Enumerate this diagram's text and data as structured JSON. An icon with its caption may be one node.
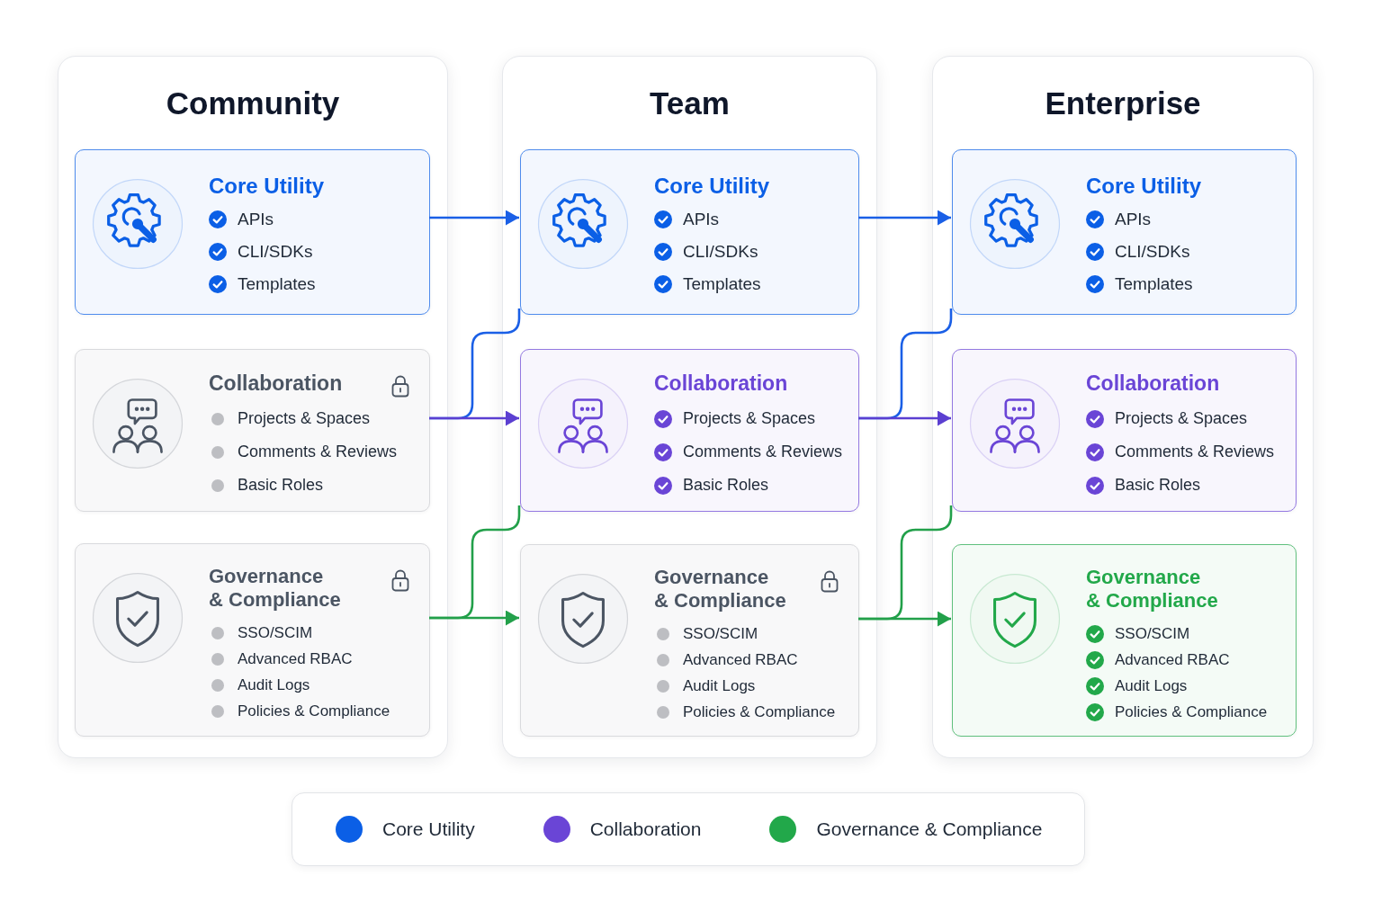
{
  "diagram": {
    "nodes": [
      {
        "text": [
          "Community"
        ]
      },
      {
        "text": [
          "Core Utility",
          "APIs",
          "CLI/SDKs",
          "Templates"
        ],
        "in": 0
      },
      {
        "text": [
          "Collaboration",
          "Projects & Spaces",
          "Comments & Reviews",
          "Basic Roles"
        ],
        "in": 0
      },
      {
        "text": [
          "Governance & Compliance",
          "SSO/SCIM",
          "Advanced RBAC",
          "Audit Logs",
          "Policies & Compliance"
        ],
        "in": 0
      },
      {
        "text": [
          "Team"
        ]
      },
      {
        "text": [
          "Core Utility",
          "APIs",
          "CLI/SDKs",
          "Templates"
        ],
        "in": 4
      },
      {
        "text": [
          "Collaboration",
          "Projects & Spaces",
          "Comments & Reviews",
          "Basic Roles"
        ],
        "in": 4
      },
      {
        "text": [
          "Governance & Compliance",
          "SSO/SCIM",
          "Advanced RBAC",
          "Audit Logs",
          "Policies & Compliance"
        ],
        "in": 4
      },
      {
        "text": [
          "Enterprise"
        ]
      },
      {
        "text": [
          "Core Utility",
          "APIs",
          "CLI/SDKs",
          "Templates"
        ],
        "in": 8
      },
      {
        "text": [
          "Collaboration",
          "Projects & Spaces",
          "Comments & Reviews",
          "Basic Roles"
        ],
        "in": 8
      },
      {
        "text": [
          "Governance & Compliance",
          "SSO/SCIM",
          "Advanced RBAC",
          "Audit Logs",
          "Policies & Compliance"
        ],
        "in": 8
      }
    ],
    "edges": [
      {
        "from": 1,
        "to": 5,
        "arrow": "to",
        "color": "#1a5fe6"
      },
      {
        "from": 2,
        "to": 5,
        "arrow": "none",
        "color": "#1a5fe6"
      },
      {
        "from": 2,
        "to": 6,
        "arrow": "to",
        "color": "#5b3fd1"
      },
      {
        "from": 3,
        "to": 6,
        "arrow": "none",
        "color": "#22a04a"
      },
      {
        "from": 3,
        "to": 7,
        "arrow": "to",
        "color": "#22a04a"
      },
      {
        "from": 5,
        "to": 9,
        "arrow": "to",
        "color": "#1a5fe6"
      },
      {
        "from": 6,
        "to": 9,
        "arrow": "none",
        "color": "#1a5fe6"
      },
      {
        "from": 6,
        "to": 10,
        "arrow": "to",
        "color": "#5b3fd1"
      },
      {
        "from": 7,
        "to": 10,
        "arrow": "none",
        "color": "#22a04a"
      },
      {
        "from": 7,
        "to": 11,
        "arrow": "to",
        "color": "#22a04a"
      }
    ],
    "legend": [
      {
        "text": "Core Utility",
        "color": "#0b5fe6"
      },
      {
        "text": "Collaboration",
        "color": "#6a45d6"
      },
      {
        "text": "Governance & Compliance",
        "color": "#22a84a"
      }
    ]
  }
}
